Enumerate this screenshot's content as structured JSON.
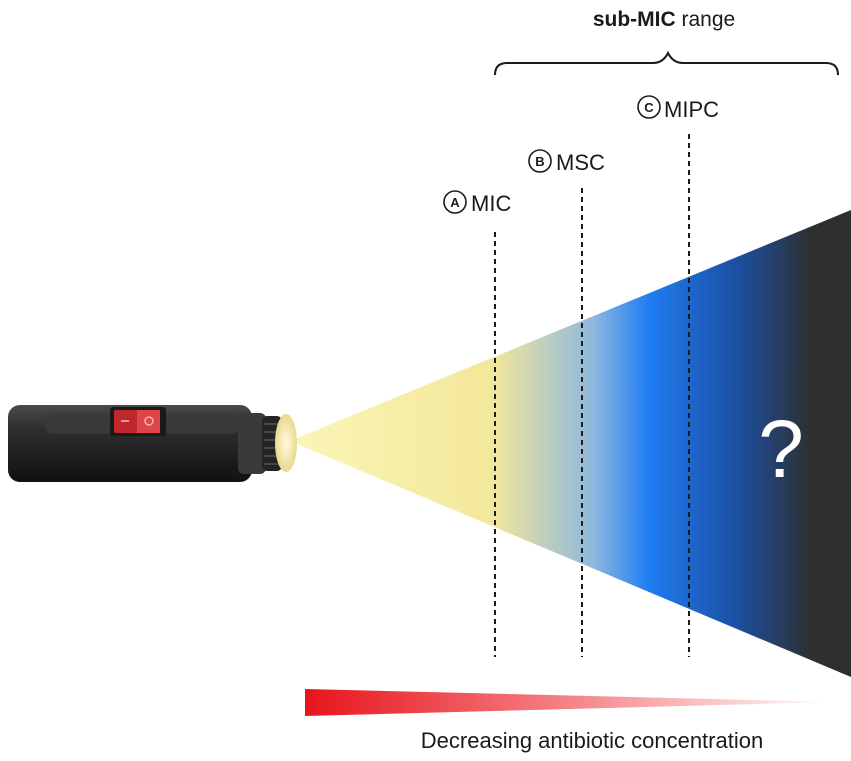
{
  "header": {
    "bold": "sub-MIC",
    "rest": " range"
  },
  "markers": [
    {
      "letter": "A",
      "label": "MIC"
    },
    {
      "letter": "B",
      "label": "MSC"
    },
    {
      "letter": "C",
      "label": "MIPC"
    }
  ],
  "unknown_mark": "?",
  "footer": {
    "caption": "Decreasing antibiotic concentration"
  },
  "colors": {
    "beam_yellow": "#f6ec9a",
    "beam_blue": "#1e7cf2",
    "beam_dark": "#2f2f2f",
    "gradient_red": "#e8141c",
    "switch_red": "#c0272d",
    "flashlight_body": "#2b2b2b"
  },
  "icons": {
    "flashlight": "flashlight-icon",
    "switch": "power-switch-icon"
  }
}
